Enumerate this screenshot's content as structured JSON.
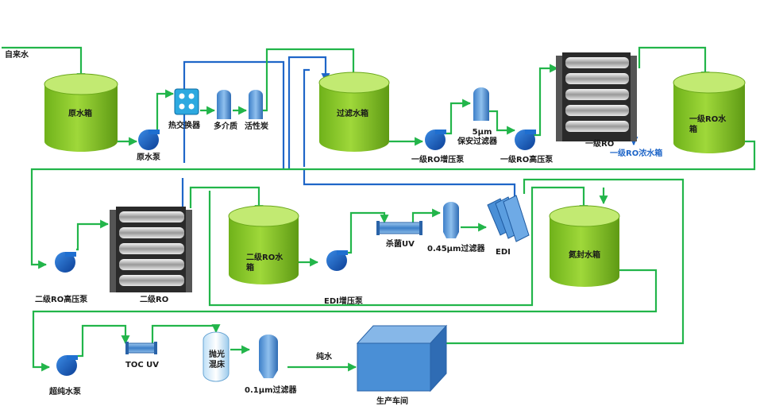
{
  "labels": {
    "tap_water": "自来水",
    "raw_tank": "原水箱",
    "raw_pump": "原水泵",
    "heat_exchanger": "热交换器",
    "multimedia_filter": "多介质",
    "carbon_filter": "活性炭",
    "filtered_tank": "过滤水箱",
    "ro1_booster": "一级RO增压泵",
    "security_filter_5um_line1": "5μm",
    "security_filter_5um_line2": "保安过滤器",
    "ro1_hp_pump": "一级RO高压泵",
    "ro1": "一级RO",
    "ro1_concentrate_tank": "一级RO浓水箱",
    "ro1_tank": "一级RO水箱",
    "ro2_hp_pump": "二级RO高压泵",
    "ro2": "二级RO",
    "ro2_tank": "二级RO水箱",
    "edi_booster": "EDI增压泵",
    "sterilizer_uv": "杀菌UV",
    "filter_045": "0.45μm过滤器",
    "edi": "EDI",
    "sealed_tank": "氮封水箱",
    "ultrapure_pump": "超纯水泵",
    "toc_uv": "TOC UV",
    "polishing_resin": "抛光混床",
    "filter_01": "0.1μm过滤器",
    "pure_water": "纯水",
    "workshop": "生产车间"
  },
  "colors": {
    "water_line": "#22b54a",
    "concentrate_line": "#1f66c8",
    "tank_body": "#7dc21e",
    "tank_top": "#bfe86a",
    "pump": "#1f6fd0",
    "filter": "#6ea8e0",
    "workshop": "#4a8fd6"
  }
}
